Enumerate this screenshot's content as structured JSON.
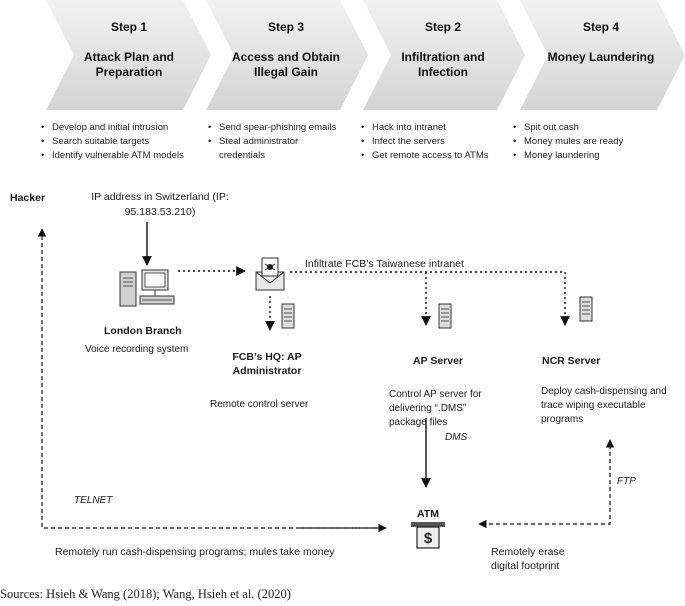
{
  "steps": [
    {
      "number": "Step 1",
      "title": "Attack Plan and Preparation",
      "bullets": [
        "Develop and initial intrusion",
        "Search suitable targets",
        "Identify vulnerable ATM models"
      ]
    },
    {
      "number": "Step 3",
      "title": "Access and Obtain Illegal Gain",
      "bullets": [
        "Send spear-phishing emails",
        "Steal administrator credentials"
      ]
    },
    {
      "number": "Step 2",
      "title": "Infiltration and Infection",
      "bullets": [
        "Hack into intranet",
        "Infect the servers",
        "Get remote access to ATMs"
      ]
    },
    {
      "number": "Step 4",
      "title": "Money Laundering",
      "bullets": [
        "Spit out cash",
        "Money mules are ready",
        "Money laundering"
      ]
    }
  ],
  "hacker": {
    "label": "Hacker",
    "ip_text": "IP address in Switzerland (IP: 95.183.53.210)"
  },
  "london": {
    "title": "London Branch",
    "subtitle": "Voice recording system"
  },
  "infiltrate_label": "Infiltrate FCB’s Taiwanese intranet",
  "hq": {
    "title": "FCB’s HQ: AP Administrator",
    "desc": "Remote control server"
  },
  "ap": {
    "title": "AP Server",
    "desc": "Control AP server for delivering “.DMS” package files"
  },
  "ncr": {
    "title": "NCR Server",
    "desc": "Deploy cash-dispensing and trace wiping executable programs"
  },
  "edges": {
    "dms": "DMS",
    "ftp": "FTP",
    "telnet": "TELNET"
  },
  "atm": {
    "label": "ATM",
    "icon_glyph": "$"
  },
  "bottom": {
    "left": "Remotely run cash-dispensing programs; mules take money",
    "right": "Remotely erase digital footprint"
  },
  "source": "Sources: Hsieh & Wang (2018); Wang, Hsieh et al. (2020)",
  "colors": {
    "chevron": "#d9d9d9",
    "chevron_shadow": "#ededed",
    "arrow": "#111111"
  }
}
